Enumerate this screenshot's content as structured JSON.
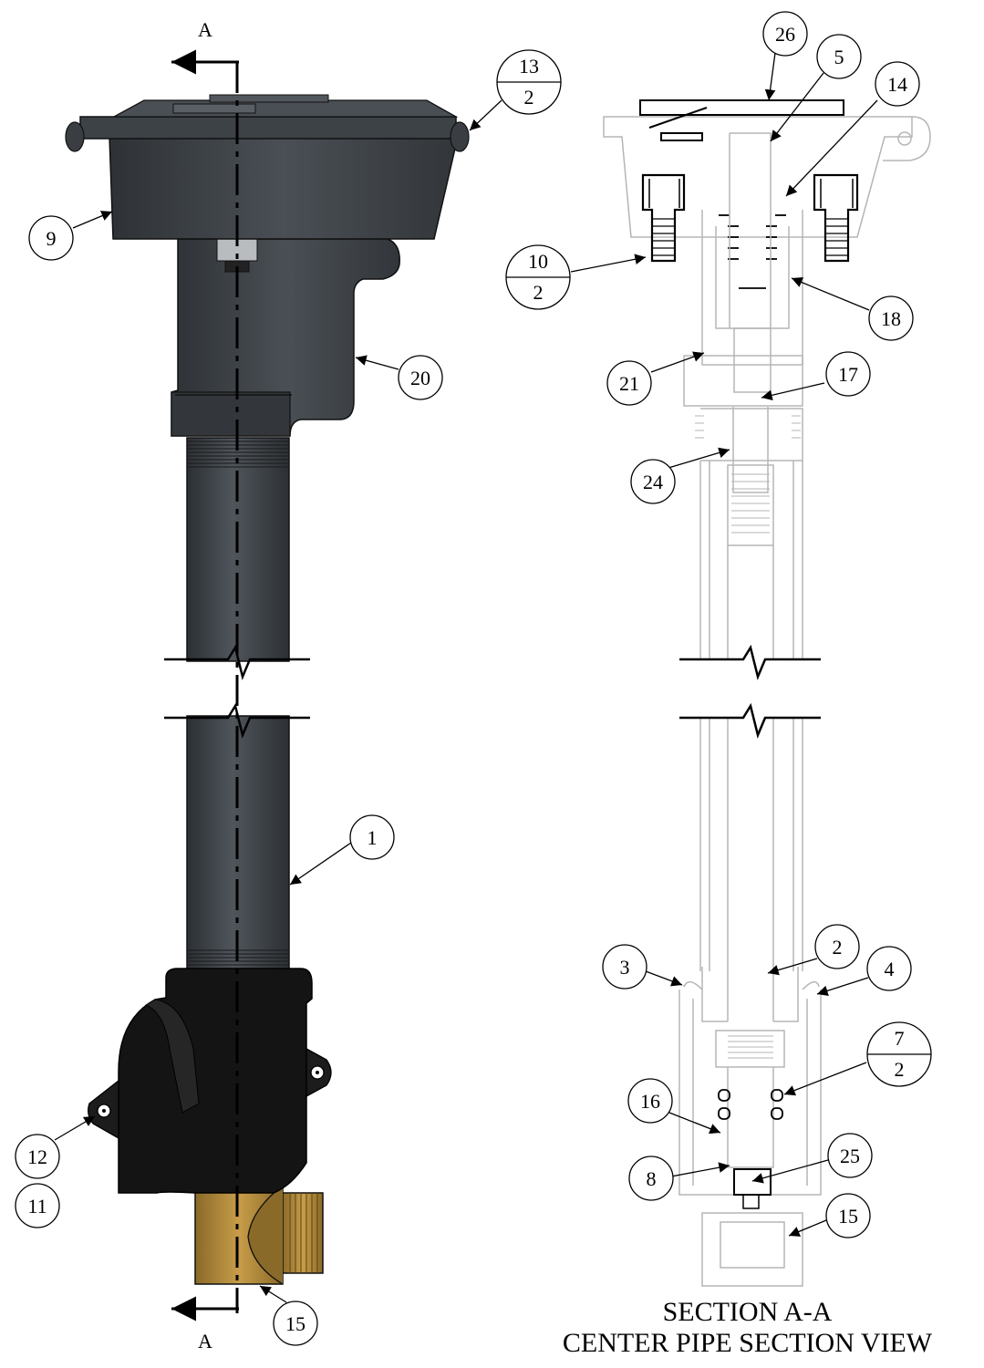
{
  "section_markers": {
    "top": "A",
    "bottom": "A"
  },
  "balloons": {
    "b26": "26",
    "b5": "5",
    "b14": "14",
    "b18": "18",
    "b21": "21",
    "b17": "17",
    "b24": "24",
    "b2": "2",
    "b3": "3",
    "b4": "4",
    "b16": "16",
    "b8": "8",
    "b25": "25",
    "b15_right": "15",
    "b9": "9",
    "b20": "20",
    "b1": "1",
    "b12": "12",
    "b11": "11",
    "b15_left": "15"
  },
  "fraction_balloons": {
    "f13": {
      "top": "13",
      "bottom": "2"
    },
    "f10": {
      "top": "10",
      "bottom": "2"
    },
    "f7": {
      "top": "7",
      "bottom": "2"
    }
  },
  "caption": {
    "line1": "SECTION A-A",
    "line2": "CENTER PIPE SECTION VIEW"
  },
  "colors": {
    "housing": "#3c4045",
    "housing_dark": "#2a2d31",
    "elbow": "#121212",
    "brass": "#b08838",
    "section_line": "#b5b5b5",
    "ink": "#000000"
  }
}
